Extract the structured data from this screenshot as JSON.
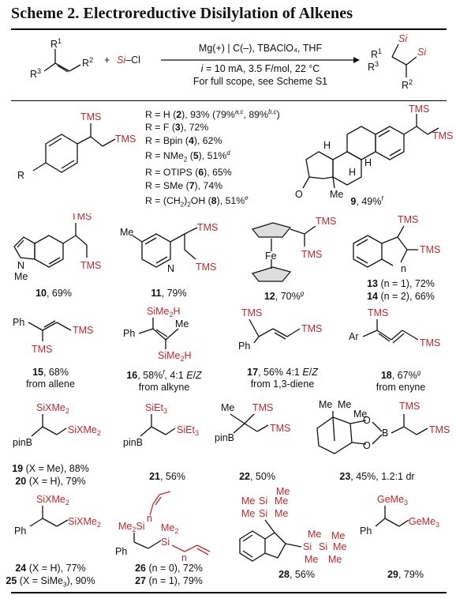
{
  "title": "Scheme 2. Electroreductive Disilylation of Alkenes",
  "header": {
    "reagent": "Si–Cl",
    "plus": "+",
    "conditions": [
      "Mg(+) | C(–), TBAClO₄, THF",
      "i = 10 mA, 3.5 F/mol, 22 °C",
      "For full scope, see Scheme S1"
    ]
  },
  "r_series": [
    "R = H (2), 93% (79%a,c, 89%b,c)",
    "R = F (3), 72%",
    "R = Bpin (4), 62%",
    "R = NMe2 (5), 51%d",
    "R = OTIPS (6), 65%",
    "R = SMe (7), 74%",
    "R = (CH2)2OH (8), 51%e"
  ],
  "compounds": {
    "c9": {
      "num": "9",
      "yield": ", 49%",
      "sup": "f"
    },
    "c10": {
      "num": "10",
      "yield": ", 69%"
    },
    "c11": {
      "num": "11",
      "yield": ", 79%"
    },
    "c12": {
      "num": "12",
      "yield": ", 70%",
      "sup": "g"
    },
    "c13": {
      "num": "13",
      "text": " (n = 1), 72%"
    },
    "c14": {
      "num": "14",
      "text": " (n = 2), 66%"
    },
    "c15": {
      "num": "15",
      "yield": ", 68%",
      "from": "from allene"
    },
    "c16": {
      "num": "16",
      "yield": ", 58%",
      "sup": "f",
      "ratio": ", 4:1 E/Z",
      "from": "from alkyne"
    },
    "c17": {
      "num": "17",
      "yield": ", 56% 4:1 E/Z",
      "from": "from 1,3-diene"
    },
    "c18": {
      "num": "18",
      "yield": ", 67%",
      "sup": "g",
      "from": "from enyne"
    },
    "c19": {
      "num": "19",
      "text": " (X = Me), 88%"
    },
    "c20": {
      "num": "20",
      "text": " (X = H), 79%"
    },
    "c21": {
      "num": "21",
      "yield": ", 56%"
    },
    "c22": {
      "num": "22",
      "yield": ", 50%"
    },
    "c23": {
      "num": "23",
      "yield": ", 45%, 1.2:1 dr"
    },
    "c24": {
      "num": "24",
      "text": " (X = H), 77%"
    },
    "c25": {
      "num": "25",
      "text": " (X = SiMe3), 90%"
    },
    "c26": {
      "num": "26",
      "text": " (n = 0), 72%"
    },
    "c27": {
      "num": "27",
      "text": " (n = 1), 79%"
    },
    "c28": {
      "num": "28",
      "yield": ", 56%"
    },
    "c29": {
      "num": "29",
      "yield": ", 79%"
    }
  },
  "colors": {
    "silyl": "#c1272d",
    "text": "#111111"
  }
}
